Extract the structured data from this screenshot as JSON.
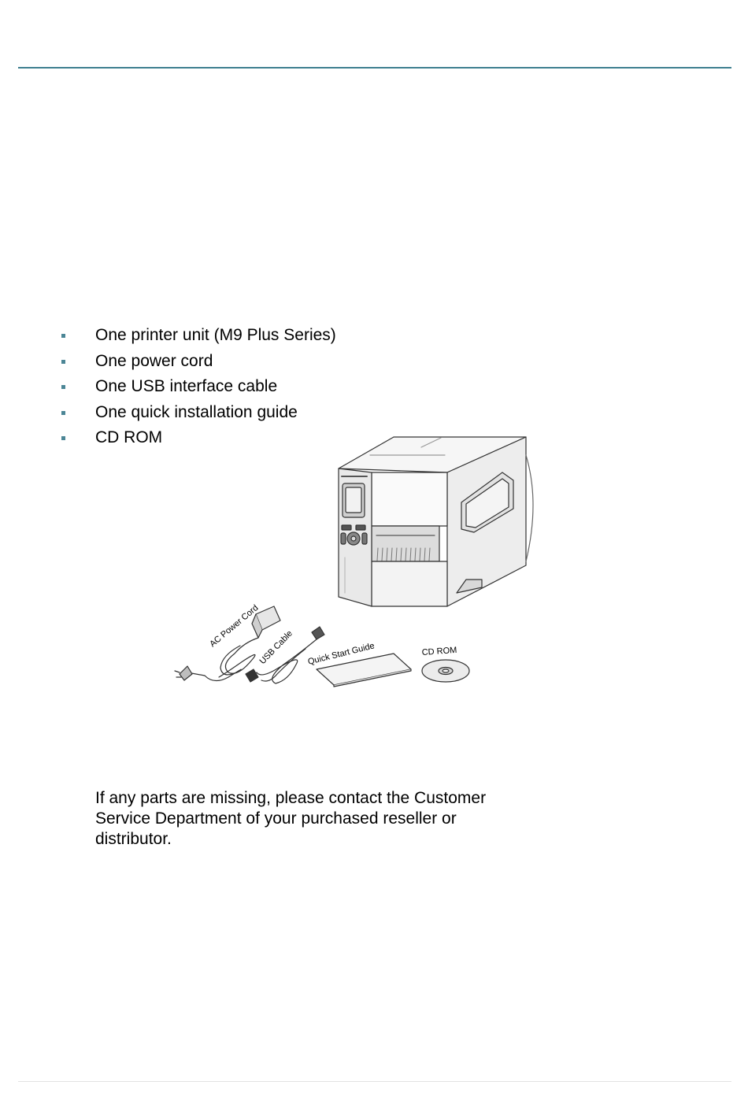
{
  "contents": {
    "items": [
      "One printer unit (M9 Plus Series)",
      "One power cord",
      "One USB interface cable",
      "One quick installation guide",
      "CD ROM"
    ]
  },
  "illustration": {
    "labels": {
      "ac_power_cord": "AC Power Cord",
      "usb_cable": "USB Cable",
      "quick_start_guide": "Quick Start Guide",
      "cd_rom": "CD ROM"
    }
  },
  "note": {
    "text": "If any parts are missing, please contact the Customer Service Department of your purchased reseller or distributor."
  },
  "colors": {
    "rule": "#3f7f90",
    "bullet": "#4c8696"
  }
}
